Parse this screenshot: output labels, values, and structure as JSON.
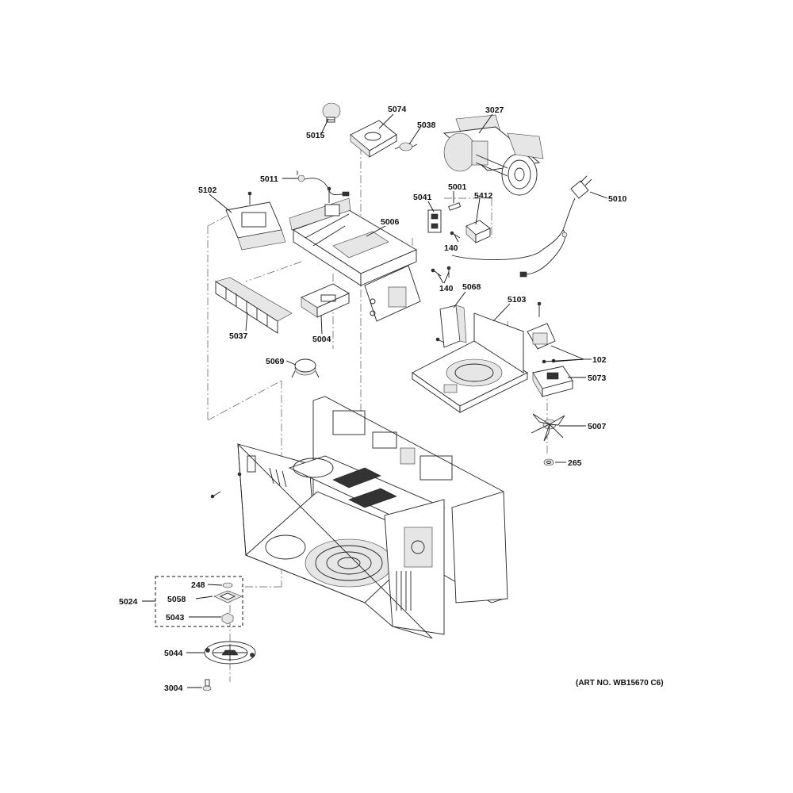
{
  "labels": [
    {
      "id": "5015",
      "text": "5015"
    },
    {
      "id": "5074",
      "text": "5074"
    },
    {
      "id": "5038",
      "text": "5038"
    },
    {
      "id": "3027",
      "text": "3027"
    },
    {
      "id": "5011",
      "text": "5011"
    },
    {
      "id": "5102",
      "text": "5102"
    },
    {
      "id": "5041",
      "text": "5041"
    },
    {
      "id": "5001",
      "text": "5001"
    },
    {
      "id": "5412",
      "text": "5412"
    },
    {
      "id": "5010",
      "text": "5010"
    },
    {
      "id": "5006",
      "text": "5006"
    },
    {
      "id": "140a",
      "text": "140"
    },
    {
      "id": "140b",
      "text": "140"
    },
    {
      "id": "5068",
      "text": "5068"
    },
    {
      "id": "5103",
      "text": "5103"
    },
    {
      "id": "5037",
      "text": "5037"
    },
    {
      "id": "5004",
      "text": "5004"
    },
    {
      "id": "5069",
      "text": "5069"
    },
    {
      "id": "102",
      "text": "102"
    },
    {
      "id": "5073",
      "text": "5073"
    },
    {
      "id": "5007",
      "text": "5007"
    },
    {
      "id": "265",
      "text": "265"
    },
    {
      "id": "248",
      "text": "248"
    },
    {
      "id": "5058",
      "text": "5058"
    },
    {
      "id": "5024",
      "text": "5024"
    },
    {
      "id": "5043",
      "text": "5043"
    },
    {
      "id": "5044",
      "text": "5044"
    },
    {
      "id": "3004",
      "text": "3004"
    }
  ],
  "art_number": "(ART NO. WB15670 C6)"
}
